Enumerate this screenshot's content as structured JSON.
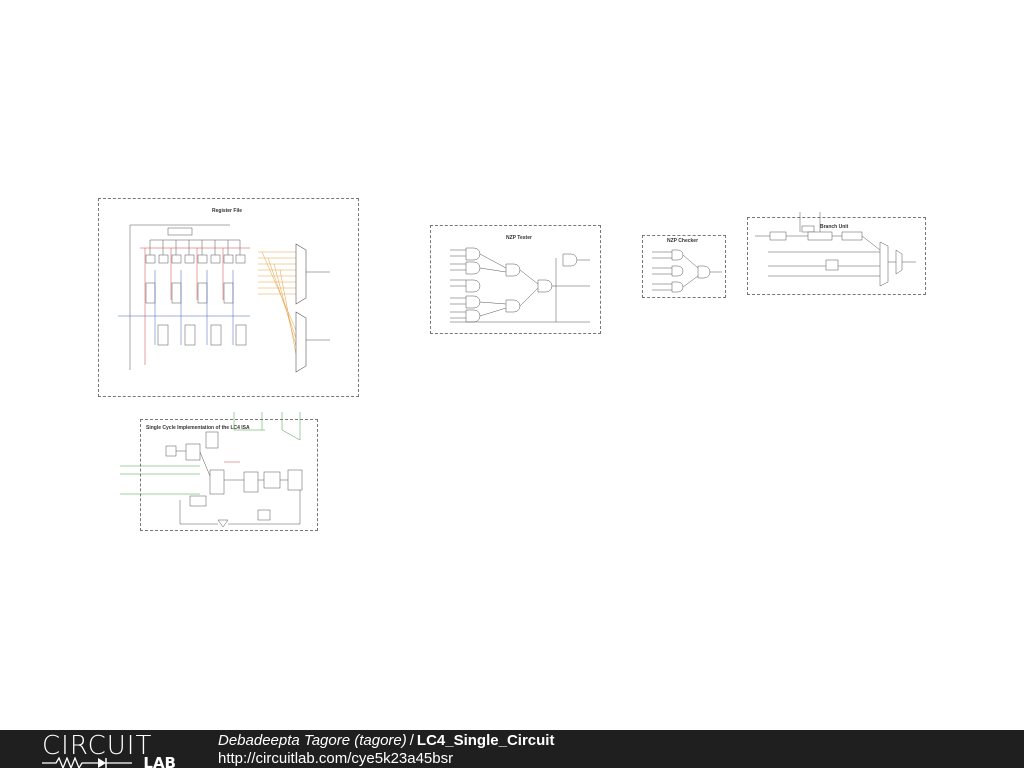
{
  "diagram": {
    "blocks": [
      {
        "id": "register-file",
        "title": "Register File"
      },
      {
        "id": "nzp-tester",
        "title": "NZP Tester"
      },
      {
        "id": "nzp-checker",
        "title": "NZP Checker"
      },
      {
        "id": "branch-unit",
        "title": "Branch Unit"
      },
      {
        "id": "single-cycle",
        "title": "Single Cycle Implementation of the LC4 ISA"
      }
    ]
  },
  "footer": {
    "logo_top": "CIRCUIT",
    "logo_bottom": "LAB",
    "author": "Debadeepta Tagore (tagore)",
    "separator": "/",
    "circuit_name": "LC4_Single_Circuit",
    "url": "http://circuitlab.com/cye5k23a45bsr"
  }
}
